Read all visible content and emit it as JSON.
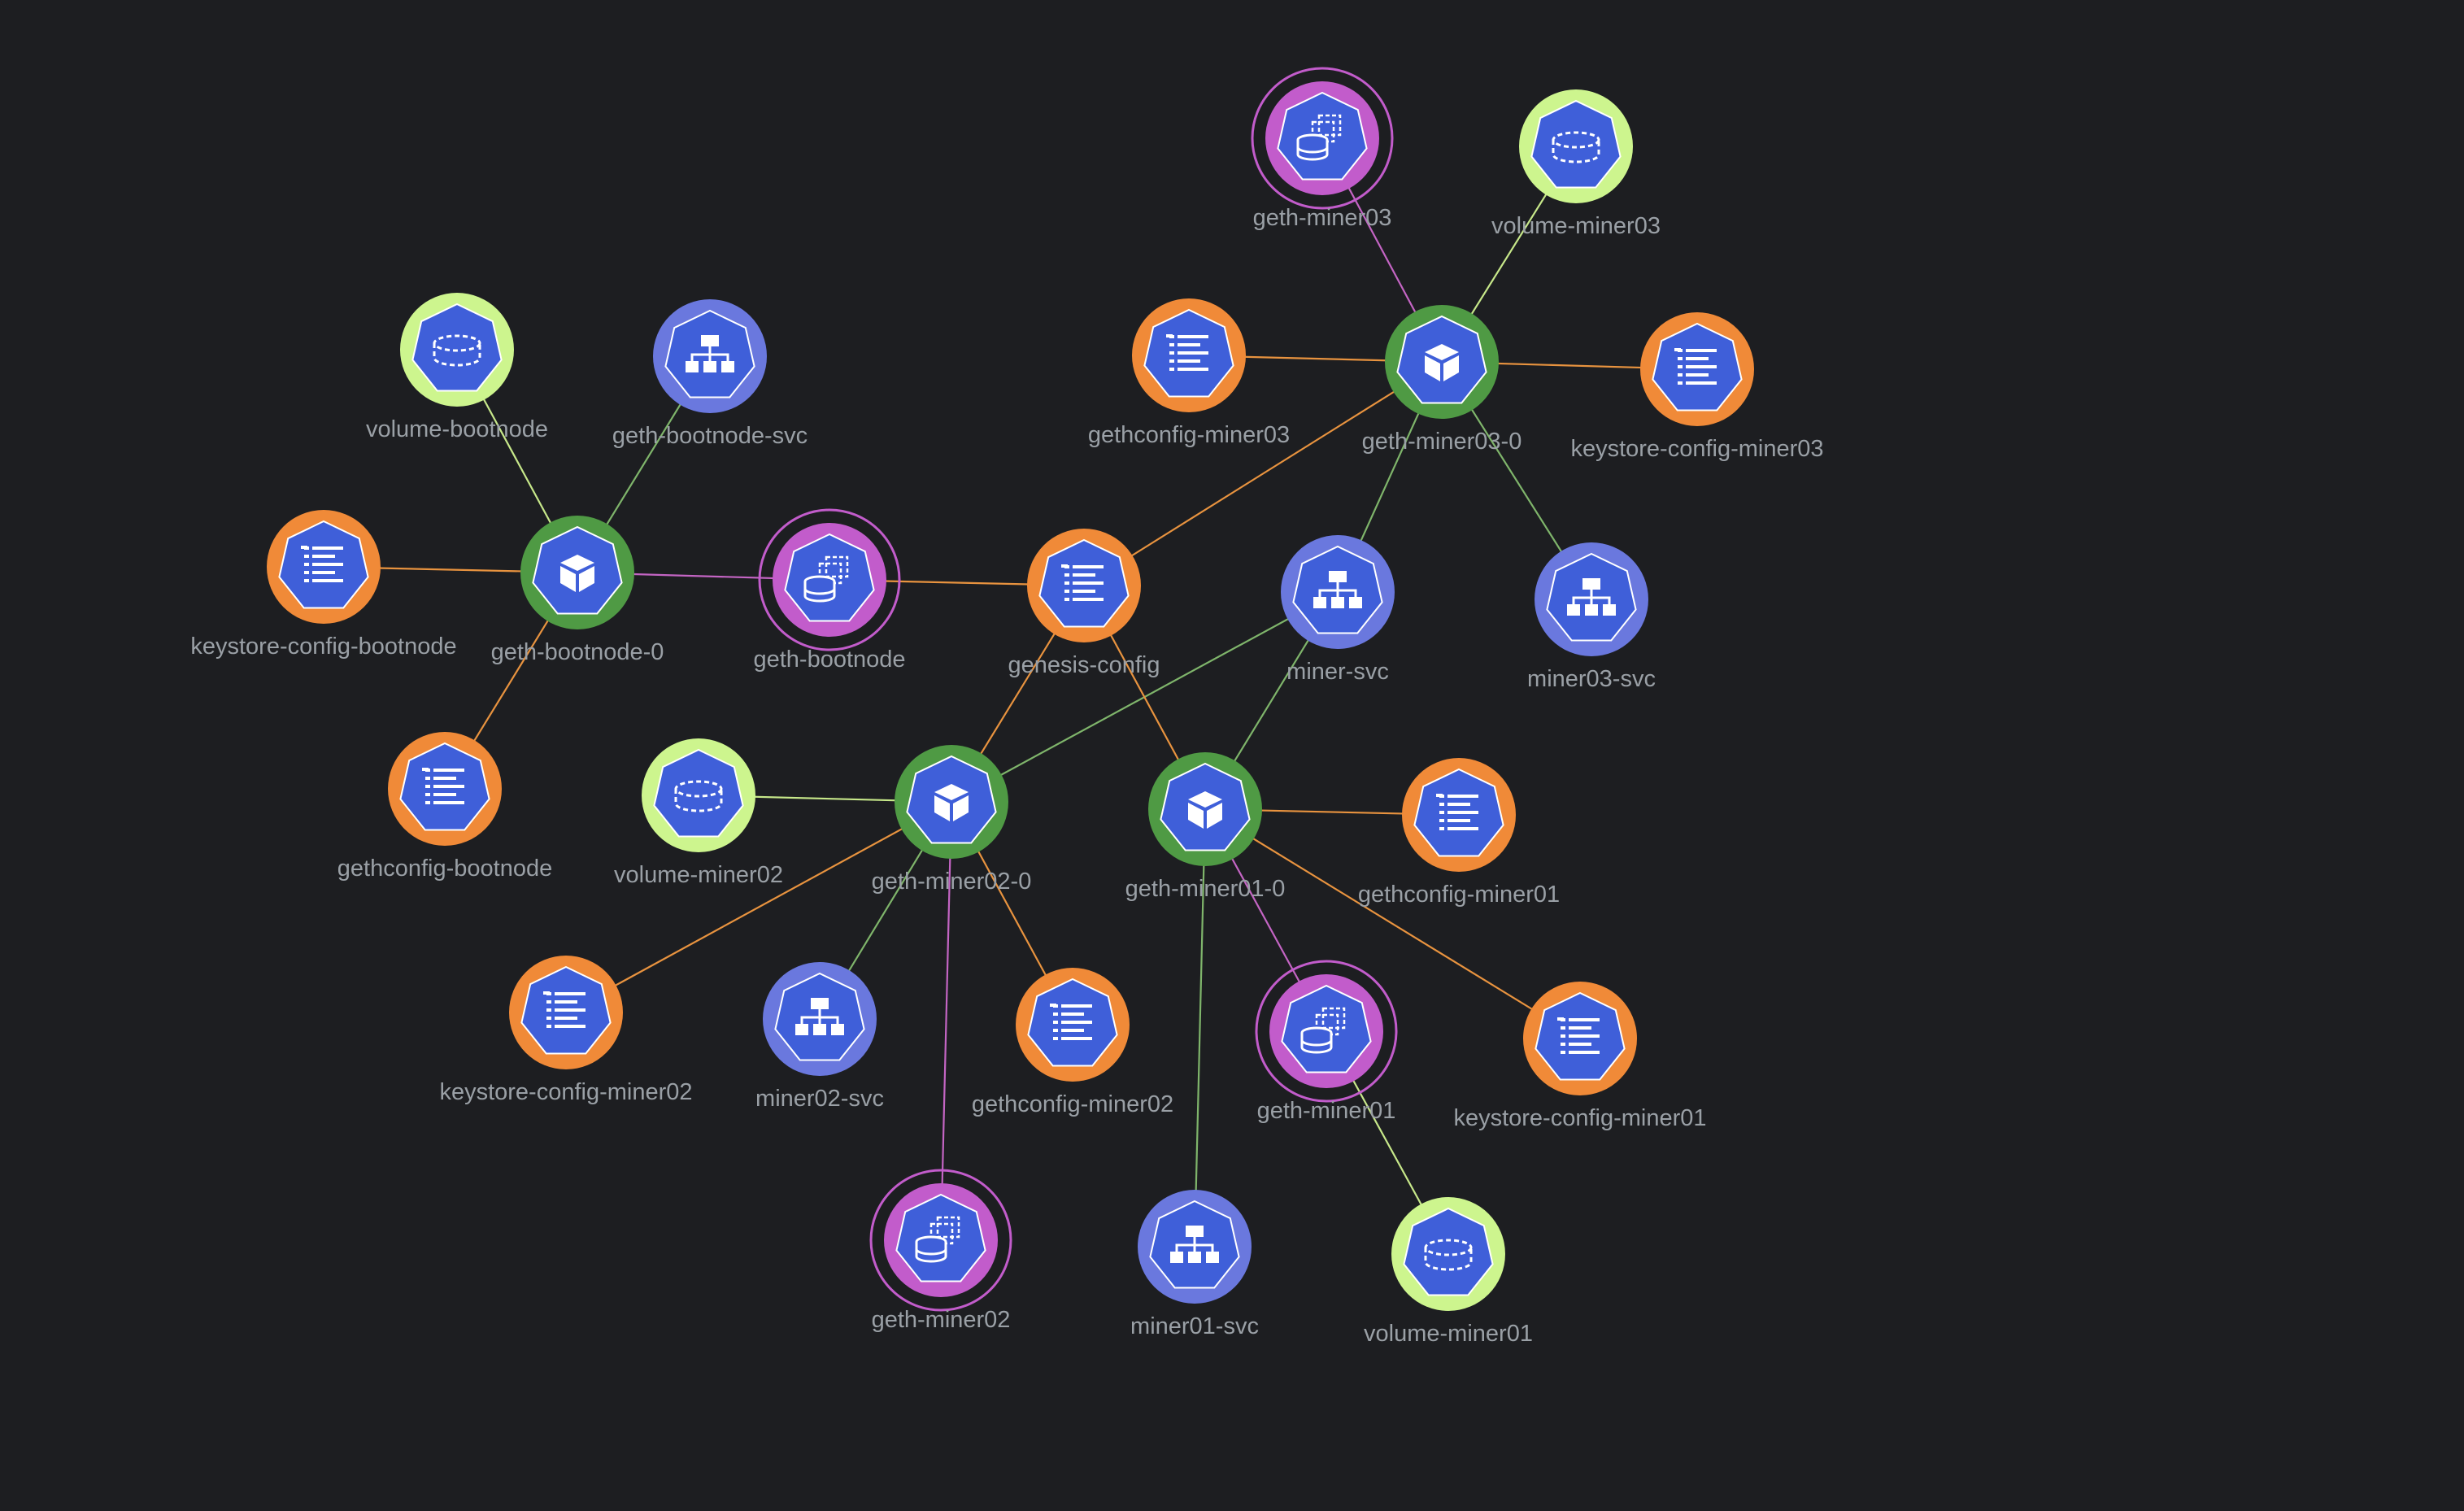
{
  "graph": {
    "title": "",
    "colors": {
      "background": "#1d1e21",
      "label": "#9aa0a6",
      "inner": "#3f5fd9",
      "inner_stroke": "#ffffff",
      "glyph": "#ffffff"
    },
    "kind_colors": {
      "pod": "#4f9a44",
      "configmap": "#f08a38",
      "statefulset": "#c25ccb",
      "service": "#6a78de",
      "pvc": "#cdf58e"
    },
    "edge_colors": {
      "pod": "#6aa84f",
      "configmap": "#e8933f",
      "statefulset": "#c465c4",
      "service": "#7fb56b",
      "pvc": "#c7e88a"
    },
    "nodes": [
      {
        "id": "geth-miner03",
        "label": "geth-miner03",
        "kind": "statefulset",
        "icon": "statefulset-icon"
      },
      {
        "id": "volume-miner03",
        "label": "volume-miner03",
        "kind": "pvc",
        "icon": "volume-icon"
      },
      {
        "id": "gethconfig-miner03",
        "label": "gethconfig-miner03",
        "kind": "configmap",
        "icon": "configmap-icon"
      },
      {
        "id": "geth-miner03-0",
        "label": "geth-miner03-0",
        "kind": "pod",
        "icon": "pod-icon"
      },
      {
        "id": "keystore-config-miner03",
        "label": "keystore-config-miner03",
        "kind": "configmap",
        "icon": "configmap-icon"
      },
      {
        "id": "volume-bootnode",
        "label": "volume-bootnode",
        "kind": "pvc",
        "icon": "volume-icon"
      },
      {
        "id": "geth-bootnode-svc",
        "label": "geth-bootnode-svc",
        "kind": "service",
        "icon": "service-icon"
      },
      {
        "id": "keystore-config-bootnode",
        "label": "keystore-config-bootnode",
        "kind": "configmap",
        "icon": "configmap-icon"
      },
      {
        "id": "geth-bootnode-0",
        "label": "geth-bootnode-0",
        "kind": "pod",
        "icon": "pod-icon"
      },
      {
        "id": "geth-bootnode",
        "label": "geth-bootnode",
        "kind": "statefulset",
        "icon": "statefulset-icon"
      },
      {
        "id": "genesis-config",
        "label": "genesis-config",
        "kind": "configmap",
        "icon": "configmap-icon"
      },
      {
        "id": "miner-svc",
        "label": "miner-svc",
        "kind": "service",
        "icon": "service-icon"
      },
      {
        "id": "miner03-svc",
        "label": "miner03-svc",
        "kind": "service",
        "icon": "service-icon"
      },
      {
        "id": "gethconfig-bootnode",
        "label": "gethconfig-bootnode",
        "kind": "configmap",
        "icon": "configmap-icon"
      },
      {
        "id": "volume-miner02",
        "label": "volume-miner02",
        "kind": "pvc",
        "icon": "volume-icon"
      },
      {
        "id": "geth-miner02-0",
        "label": "geth-miner02-0",
        "kind": "pod",
        "icon": "pod-icon"
      },
      {
        "id": "geth-miner01-0",
        "label": "geth-miner01-0",
        "kind": "pod",
        "icon": "pod-icon"
      },
      {
        "id": "gethconfig-miner01",
        "label": "gethconfig-miner01",
        "kind": "configmap",
        "icon": "configmap-icon"
      },
      {
        "id": "keystore-config-miner02",
        "label": "keystore-config-miner02",
        "kind": "configmap",
        "icon": "configmap-icon"
      },
      {
        "id": "miner02-svc",
        "label": "miner02-svc",
        "kind": "service",
        "icon": "service-icon"
      },
      {
        "id": "gethconfig-miner02",
        "label": "gethconfig-miner02",
        "kind": "configmap",
        "icon": "configmap-icon"
      },
      {
        "id": "geth-miner01",
        "label": "geth-miner01",
        "kind": "statefulset",
        "icon": "statefulset-icon"
      },
      {
        "id": "keystore-config-miner01",
        "label": "keystore-config-miner01",
        "kind": "configmap",
        "icon": "configmap-icon"
      },
      {
        "id": "geth-miner02",
        "label": "geth-miner02",
        "kind": "statefulset",
        "icon": "statefulset-icon"
      },
      {
        "id": "miner01-svc",
        "label": "miner01-svc",
        "kind": "service",
        "icon": "service-icon"
      },
      {
        "id": "volume-miner01",
        "label": "volume-miner01",
        "kind": "pvc",
        "icon": "volume-icon"
      }
    ],
    "edges": [
      {
        "from": "geth-miner03-0",
        "to": "geth-miner03",
        "kind": "statefulset"
      },
      {
        "from": "geth-miner03-0",
        "to": "volume-miner03",
        "kind": "pvc"
      },
      {
        "from": "geth-miner03-0",
        "to": "gethconfig-miner03",
        "kind": "configmap"
      },
      {
        "from": "geth-miner03-0",
        "to": "keystore-config-miner03",
        "kind": "configmap"
      },
      {
        "from": "geth-miner03-0",
        "to": "genesis-config",
        "kind": "configmap"
      },
      {
        "from": "geth-miner03-0",
        "to": "miner-svc",
        "kind": "service"
      },
      {
        "from": "geth-miner03-0",
        "to": "miner03-svc",
        "kind": "service"
      },
      {
        "from": "geth-bootnode-0",
        "to": "volume-bootnode",
        "kind": "pvc"
      },
      {
        "from": "geth-bootnode-0",
        "to": "geth-bootnode-svc",
        "kind": "service"
      },
      {
        "from": "geth-bootnode-0",
        "to": "keystore-config-bootnode",
        "kind": "configmap"
      },
      {
        "from": "geth-bootnode-0",
        "to": "geth-bootnode",
        "kind": "statefulset"
      },
      {
        "from": "geth-bootnode-0",
        "to": "gethconfig-bootnode",
        "kind": "configmap"
      },
      {
        "from": "geth-bootnode",
        "to": "genesis-config",
        "kind": "configmap"
      },
      {
        "from": "geth-miner02-0",
        "to": "genesis-config",
        "kind": "configmap"
      },
      {
        "from": "geth-miner02-0",
        "to": "miner-svc",
        "kind": "service"
      },
      {
        "from": "geth-miner02-0",
        "to": "volume-miner02",
        "kind": "pvc"
      },
      {
        "from": "geth-miner02-0",
        "to": "keystore-config-miner02",
        "kind": "configmap"
      },
      {
        "from": "geth-miner02-0",
        "to": "miner02-svc",
        "kind": "service"
      },
      {
        "from": "geth-miner02-0",
        "to": "gethconfig-miner02",
        "kind": "configmap"
      },
      {
        "from": "geth-miner02-0",
        "to": "geth-miner02",
        "kind": "statefulset"
      },
      {
        "from": "geth-miner01-0",
        "to": "genesis-config",
        "kind": "configmap"
      },
      {
        "from": "geth-miner01-0",
        "to": "miner-svc",
        "kind": "service"
      },
      {
        "from": "geth-miner01-0",
        "to": "gethconfig-miner01",
        "kind": "configmap"
      },
      {
        "from": "geth-miner01-0",
        "to": "geth-miner01",
        "kind": "statefulset"
      },
      {
        "from": "geth-miner01-0",
        "to": "keystore-config-miner01",
        "kind": "configmap"
      },
      {
        "from": "geth-miner01-0",
        "to": "miner01-svc",
        "kind": "service"
      },
      {
        "from": "geth-miner01",
        "to": "volume-miner01",
        "kind": "pvc"
      }
    ]
  }
}
